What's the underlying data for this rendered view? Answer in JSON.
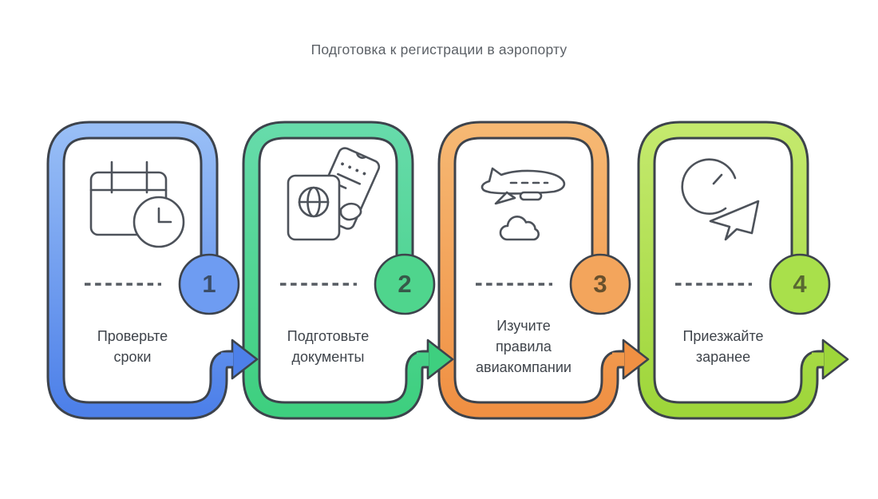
{
  "title": {
    "text": "Подготовка к регистрации в аэропорту",
    "color": "#5c6167"
  },
  "colors": {
    "background": "#ffffff",
    "pipe_outline": "#3d434c",
    "icon_stroke": "#4d525a",
    "dash": "#565b62",
    "label_text": "#3f444b",
    "title_text": "#5c6167"
  },
  "steps": [
    {
      "number": "1",
      "label": "Проверьте сроки",
      "lines": [
        "Проверьте",
        "сроки"
      ],
      "icon": "calendar-clock-icon",
      "color_light": "#98bef6",
      "color_mid": "#6e9cf2",
      "color_dark": "#4d80e9",
      "number_color": "#3b4d68"
    },
    {
      "number": "2",
      "label": "Подготовьте документы",
      "lines": [
        "Подготовьте",
        "документы"
      ],
      "icon": "passport-ticket-icon",
      "color_light": "#66dbaa",
      "color_mid": "#4fd58d",
      "color_dark": "#3ecf7f",
      "number_color": "#375949"
    },
    {
      "number": "3",
      "label": "Изучите правила авиакомпании",
      "lines": [
        "Изучите",
        "правила",
        "авиакомпании"
      ],
      "icon": "airplane-cloud-icon",
      "color_light": "#f6b873",
      "color_mid": "#f3a55c",
      "color_dark": "#f09043",
      "number_color": "#68502c"
    },
    {
      "number": "4",
      "label": "Приезжайте заранее",
      "lines": [
        "Приезжайте",
        "заранее"
      ],
      "icon": "clock-paper-plane-icon",
      "color_light": "#c4e96d",
      "color_mid": "#a9e04b",
      "color_dark": "#9ed63a",
      "number_color": "#586831"
    }
  ]
}
